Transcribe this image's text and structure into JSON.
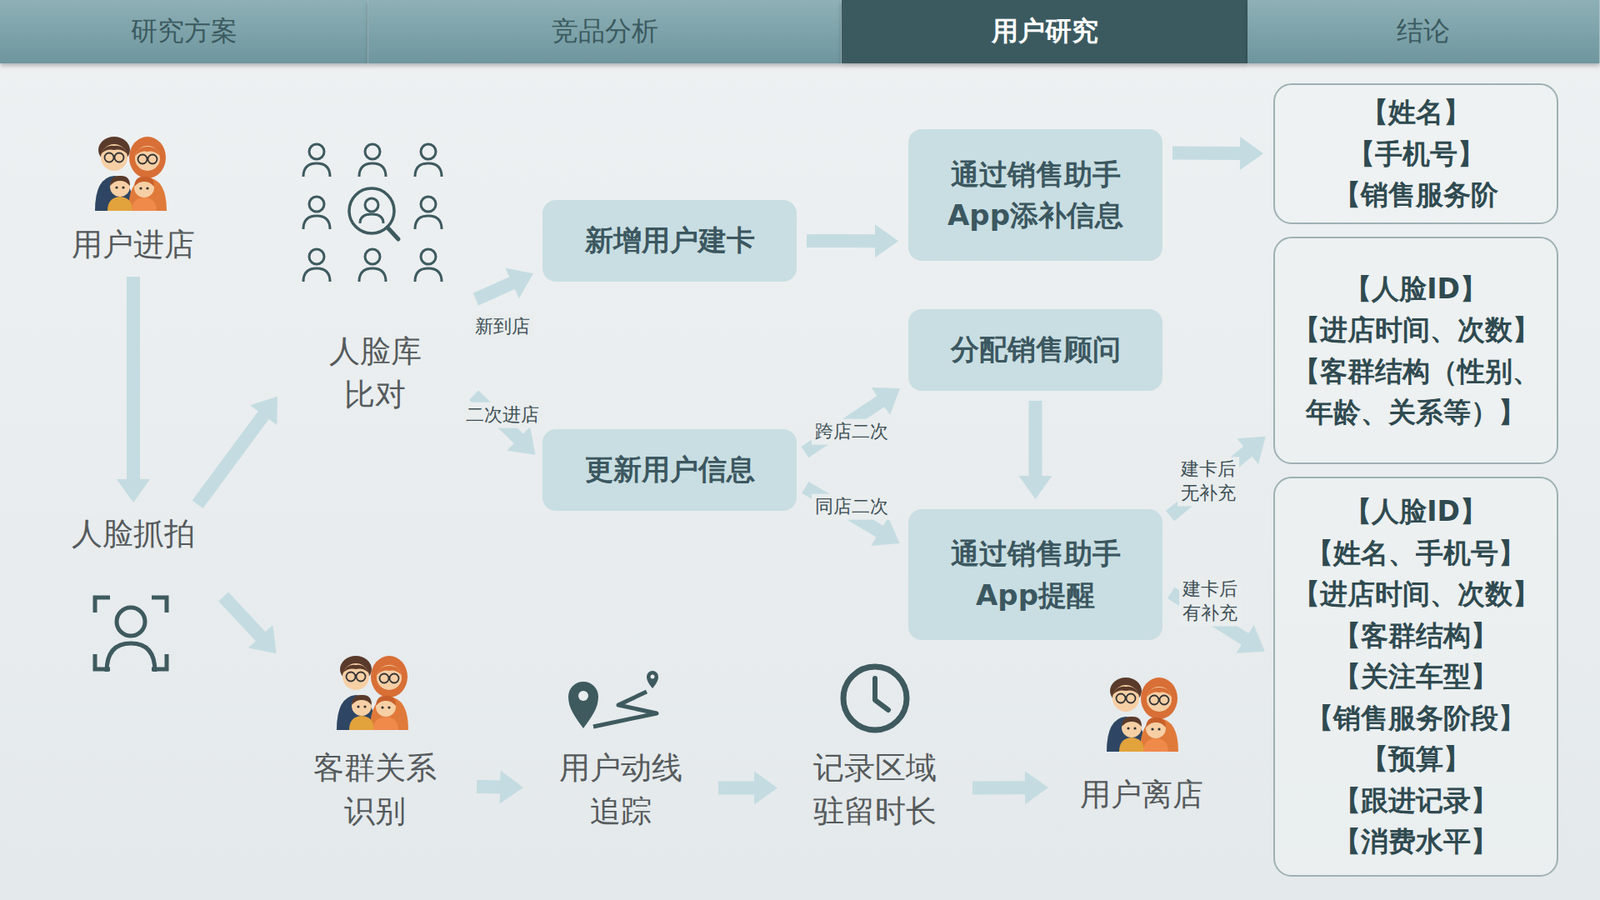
{
  "diagram": {
    "nodes": [
      {
        "text": [
          "研究方案"
        ]
      },
      {
        "text": [
          "竞品分析"
        ]
      },
      {
        "text": [
          "用户研究"
        ]
      },
      {
        "text": [
          "结论"
        ]
      },
      {
        "text": [
          "用户进店"
        ]
      },
      {
        "text": [
          "人脸库 比对"
        ]
      },
      {
        "text": [
          "新增用户建卡"
        ]
      },
      {
        "text": [
          "通过销售助手 App添补信息"
        ]
      },
      {
        "text": [
          "【姓名】 【手机号】 【销售服务阶"
        ]
      },
      {
        "text": [
          "分配销售顾问"
        ]
      },
      {
        "text": [
          "【人脸ID】 【进店时间、次数】 【客群结构（性别、年龄、关系等）】"
        ]
      },
      {
        "text": [
          "更新用户信息"
        ]
      },
      {
        "text": [
          "人脸抓拍"
        ]
      },
      {
        "text": [
          "通过销售助手 App提醒"
        ]
      },
      {
        "text": [
          "【人脸ID】 【姓名、手机号】 【进店时间、次数】 【客群结构】 【关注车型】 【销售服务阶段】 【预算】 【跟进记录】 【消费水平】"
        ]
      },
      {
        "text": [
          "客群关系 识别"
        ]
      },
      {
        "text": [
          "用户动线 追踪"
        ]
      },
      {
        "text": [
          "记录区域 驻留时长"
        ]
      },
      {
        "text": [
          "用户离店"
        ]
      }
    ],
    "edges": [
      {
        "from": 4,
        "to": 12,
        "arrow": "to"
      },
      {
        "from": 12,
        "to": 5,
        "arrow": "to"
      },
      {
        "from": 5,
        "to": 6,
        "label": "新到店",
        "arrow": "to"
      },
      {
        "from": 5,
        "to": 11,
        "label": "二次进店",
        "arrow": "to"
      },
      {
        "from": 6,
        "to": 7,
        "arrow": "to"
      },
      {
        "from": 7,
        "to": 8,
        "arrow": "to"
      },
      {
        "from": 11,
        "to": 9,
        "label": "跨店二次",
        "arrow": "to"
      },
      {
        "from": 11,
        "to": 13,
        "label": "同店二次",
        "arrow": "to"
      },
      {
        "from": 9,
        "to": 13,
        "arrow": "to"
      },
      {
        "from": 13,
        "to": 10,
        "label": "建卡后 无补充",
        "arrow": "to"
      },
      {
        "from": 13,
        "to": 14,
        "label": "建卡后 有补充",
        "arrow": "to"
      },
      {
        "from": 12,
        "to": 15,
        "arrow": "to"
      },
      {
        "from": 15,
        "to": 16,
        "arrow": "to"
      },
      {
        "from": 16,
        "to": 17,
        "arrow": "to"
      },
      {
        "from": 17,
        "to": 18,
        "arrow": "to"
      }
    ]
  }
}
